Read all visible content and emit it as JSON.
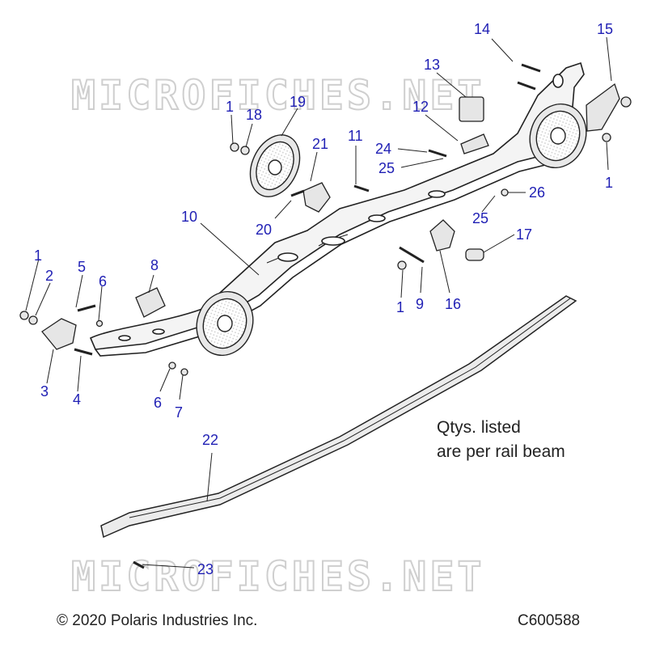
{
  "diagram": {
    "callouts": [
      {
        "id": "c1a",
        "label": "1"
      },
      {
        "id": "c18",
        "label": "18"
      },
      {
        "id": "c19",
        "label": "19"
      },
      {
        "id": "c21",
        "label": "21"
      },
      {
        "id": "c20",
        "label": "20"
      },
      {
        "id": "c11",
        "label": "11"
      },
      {
        "id": "c24",
        "label": "24"
      },
      {
        "id": "c25a",
        "label": "25"
      },
      {
        "id": "c13",
        "label": "13"
      },
      {
        "id": "c12",
        "label": "12"
      },
      {
        "id": "c14",
        "label": "14"
      },
      {
        "id": "c15",
        "label": "15"
      },
      {
        "id": "c1b",
        "label": "1"
      },
      {
        "id": "c26",
        "label": "26"
      },
      {
        "id": "c25b",
        "label": "25"
      },
      {
        "id": "c17",
        "label": "17"
      },
      {
        "id": "c16",
        "label": "16"
      },
      {
        "id": "c9",
        "label": "9"
      },
      {
        "id": "c1c",
        "label": "1"
      },
      {
        "id": "c10",
        "label": "10"
      },
      {
        "id": "c8",
        "label": "8"
      },
      {
        "id": "c5",
        "label": "5"
      },
      {
        "id": "c6a",
        "label": "6"
      },
      {
        "id": "c1d",
        "label": "1"
      },
      {
        "id": "c2",
        "label": "2"
      },
      {
        "id": "c3",
        "label": "3"
      },
      {
        "id": "c4",
        "label": "4"
      },
      {
        "id": "c6b",
        "label": "6"
      },
      {
        "id": "c7",
        "label": "7"
      },
      {
        "id": "c22",
        "label": "22"
      },
      {
        "id": "c23",
        "label": "23"
      }
    ],
    "note_line1": "Qtys. listed",
    "note_line2": "are per rail beam",
    "watermark": "MICROFICHES.NET",
    "copyright": "© 2020 Polaris Industries Inc.",
    "drawing_id": "C600588",
    "colors": {
      "callout": "#1f1fb4",
      "line": "#222222",
      "watermark": "#cfcfcf"
    }
  }
}
